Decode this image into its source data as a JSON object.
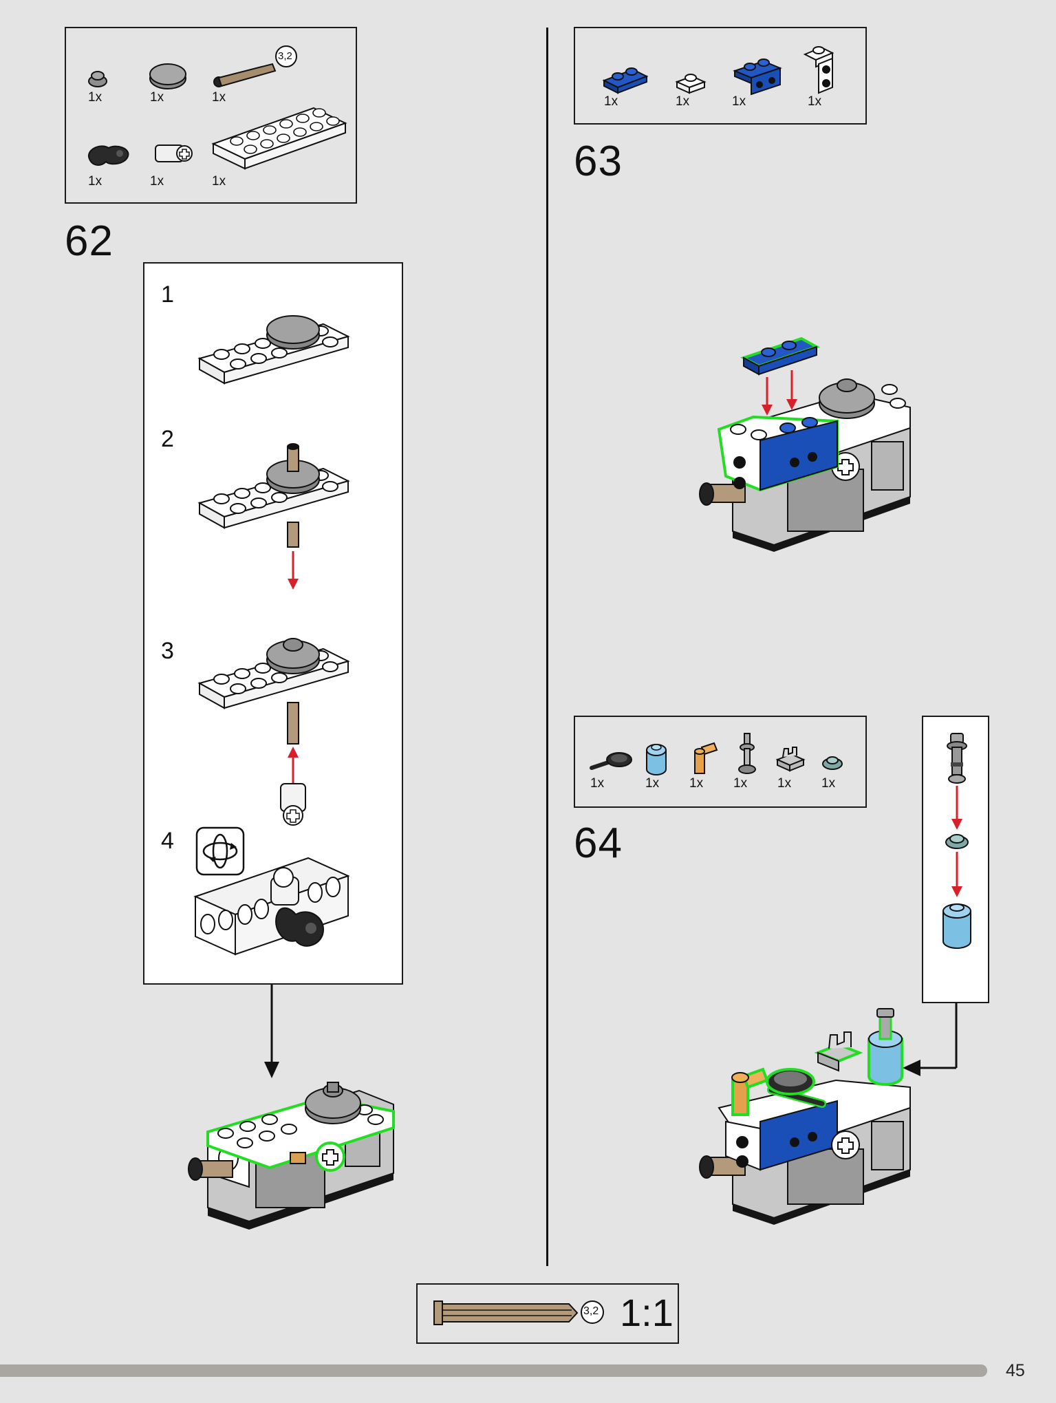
{
  "page": {
    "number": "45"
  },
  "step62": {
    "number": "62",
    "parts": [
      {
        "name": "round-plate-1x1-icon",
        "qty": "1x"
      },
      {
        "name": "round-tile-2x2-icon",
        "qty": "1x"
      },
      {
        "name": "axle-length-3-2-icon",
        "qty": "1x",
        "callout": "3,2"
      },
      {
        "name": "liftarm-1x2-icon",
        "qty": "1x"
      },
      {
        "name": "axle-connector-icon",
        "qty": "1x"
      },
      {
        "name": "plate-2x6-icon",
        "qty": "1x"
      }
    ],
    "substeps": [
      "1",
      "2",
      "3",
      "4"
    ]
  },
  "step63": {
    "number": "63",
    "parts": [
      {
        "name": "plate-1x2-blue-icon",
        "qty": "1x"
      },
      {
        "name": "plate-1x1-white-icon",
        "qty": "1x"
      },
      {
        "name": "bracket-blue-icon",
        "qty": "1x"
      },
      {
        "name": "bracket-white-icon",
        "qty": "1x"
      }
    ]
  },
  "step64": {
    "number": "64",
    "parts": [
      {
        "name": "frying-pan-icon",
        "qty": "1x"
      },
      {
        "name": "round-brick-light-blue-icon",
        "qty": "1x"
      },
      {
        "name": "faucet-orange-icon",
        "qty": "1x"
      },
      {
        "name": "bar-holder-icon",
        "qty": "1x"
      },
      {
        "name": "clip-plate-icon",
        "qty": "1x"
      },
      {
        "name": "round-plate-trans-icon",
        "qty": "1x"
      }
    ]
  },
  "scale_box": {
    "callout": "3,2",
    "ratio": "1:1"
  },
  "colors": {
    "background": "#e4e4e4",
    "highlight": "#22dd22",
    "arrow_red": "#d8202a",
    "blue": "#1a4fb8",
    "tan": "#b29a7a"
  }
}
